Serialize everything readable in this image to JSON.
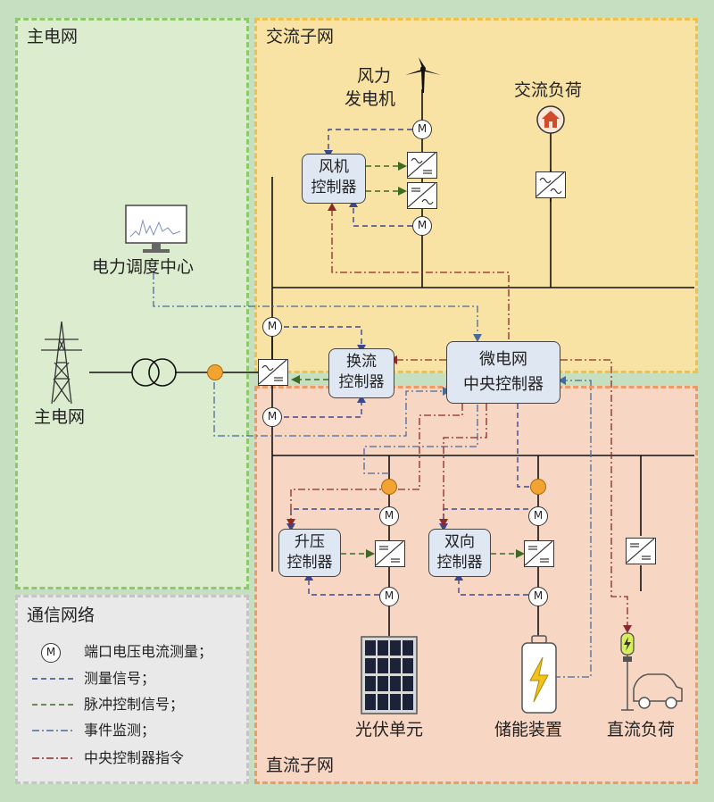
{
  "regions": {
    "main_grid": "主电网",
    "ac_grid": "交流子网",
    "dc_grid": "直流子网"
  },
  "labels": {
    "wind": "风力",
    "wind2": "发电机",
    "ac_load": "交流负荷",
    "dispatch": "电力调度中心",
    "main_grid_tower": "主电网",
    "pv": "光伏单元",
    "storage": "储能装置",
    "dc_load": "直流负荷"
  },
  "controllers": {
    "fan": [
      "风机",
      "控制器"
    ],
    "converter": [
      "换流",
      "控制器"
    ],
    "central": [
      "微电网",
      "中央控制器"
    ],
    "boost": [
      "升压",
      "控制器"
    ],
    "bidir": [
      "双向",
      "控制器"
    ]
  },
  "meter_symbol": "M",
  "legend": {
    "title": "通信网络",
    "meter": "端口电压电流测量；",
    "measure": "测量信号；",
    "pulse": "脉冲控制信号；",
    "event": "事件监测；",
    "central": "中央控制器指令"
  },
  "colors": {
    "measure": "#3a4890",
    "pulse": "#3d6b22",
    "event": "#4a6a9a",
    "central": "#8b2a26",
    "main_grid_bg": "#dcedcf",
    "ac_bg": "#f9e3a4",
    "dc_bg": "#f7d6c4",
    "controller_bg": "#dfe7f3",
    "node_orange": "#f2a331"
  }
}
